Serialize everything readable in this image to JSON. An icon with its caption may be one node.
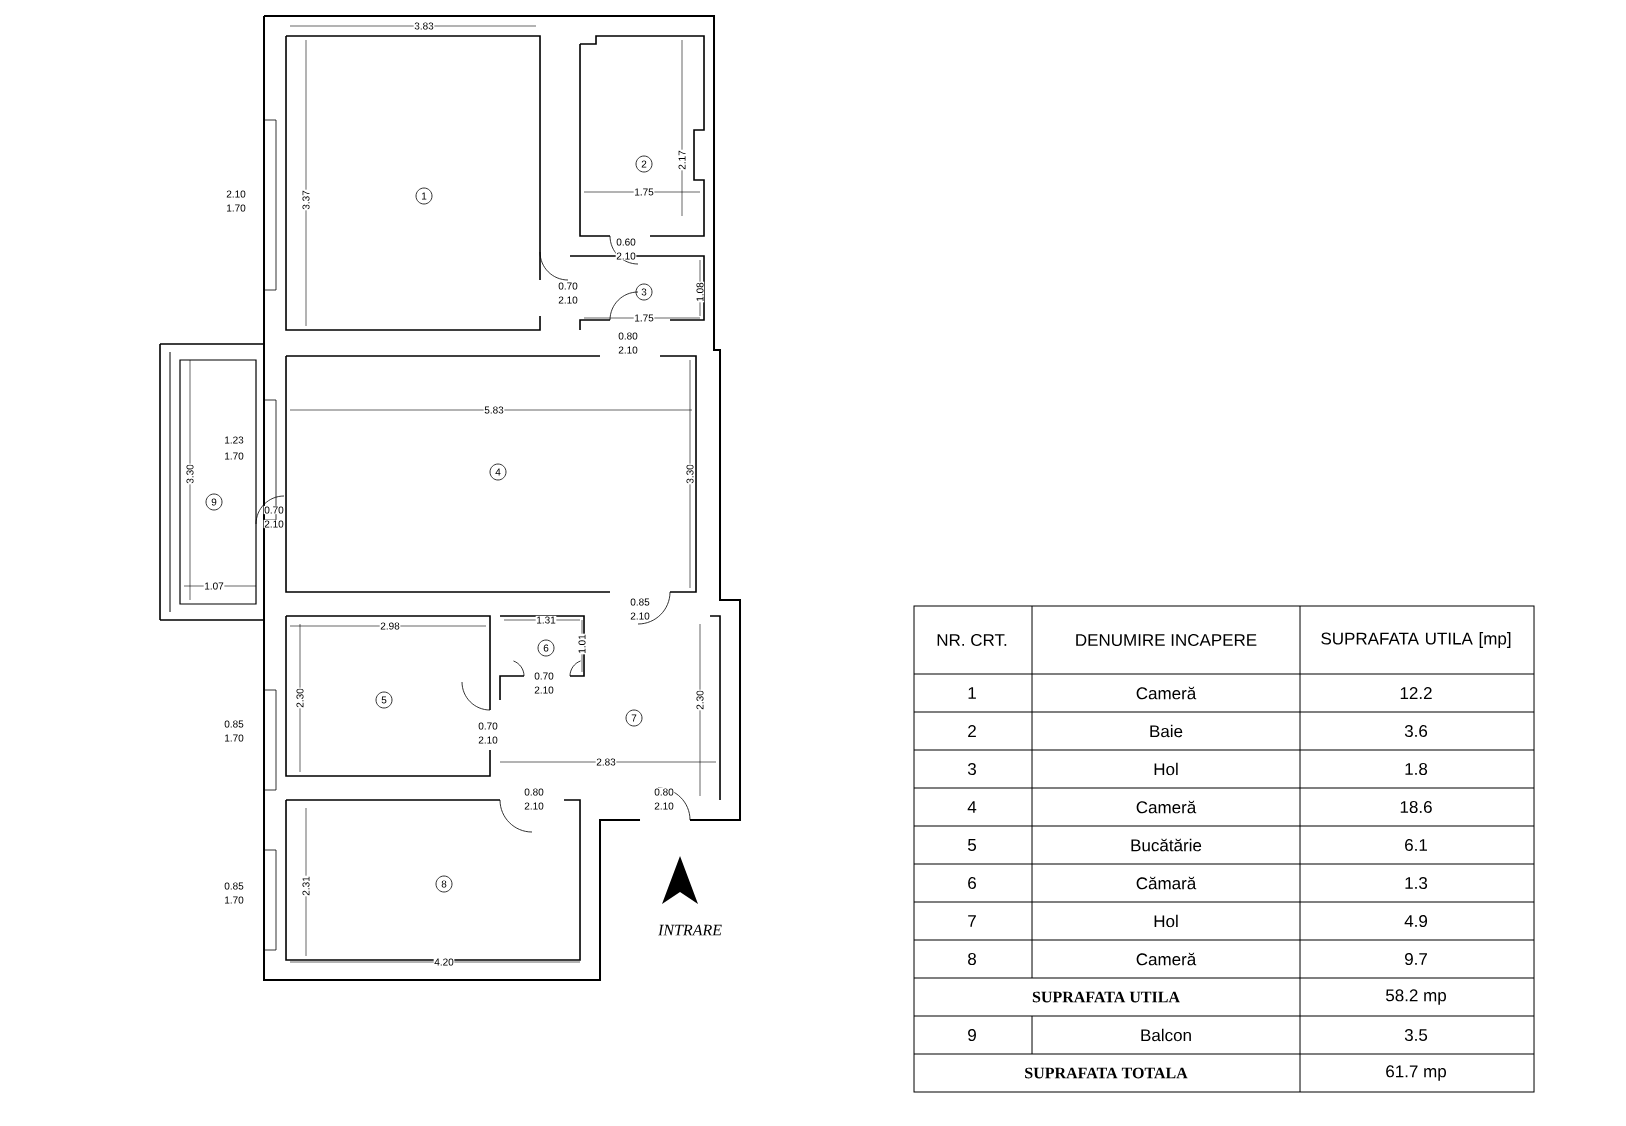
{
  "diagram": {
    "nodes": [
      {
        "text": [
          "1"
        ]
      },
      {
        "text": [
          "2"
        ]
      },
      {
        "text": [
          "3"
        ]
      },
      {
        "text": [
          "4"
        ]
      },
      {
        "text": [
          "5"
        ]
      },
      {
        "text": [
          "6"
        ]
      },
      {
        "text": [
          "7"
        ]
      },
      {
        "text": [
          "8"
        ]
      },
      {
        "text": [
          "9"
        ]
      }
    ],
    "labels": [
      "3.83",
      "2.10",
      "1.70",
      "3.37",
      "2.17",
      "1.75",
      "0.60",
      "2.10",
      "0.70",
      "2.10",
      "1.08",
      "1.75",
      "0.80",
      "2.10",
      "5.83",
      "1.23",
      "1.70",
      "3.30",
      "3.30",
      "0.70",
      "2.10",
      "1.07",
      "0.85",
      "2.10",
      "2.98",
      "1.31",
      "1.01",
      "0.70",
      "2.10",
      "2.30",
      "2.30",
      "0.85",
      "1.70",
      "0.70",
      "2.10",
      "2.83",
      "0.80",
      "2.10",
      "0.80",
      "2.10",
      "2.31",
      "0.85",
      "1.70",
      "INTRARE",
      "4.20",
      "NR. CRT.",
      "DENUMIRE INCAPERE",
      "SUPRAFATA UTILA [mp]",
      "1",
      "Cameră",
      "12.2",
      "2",
      "Baie",
      "3.6",
      "3",
      "Hol",
      "1.8",
      "4",
      "Cameră",
      "18.6",
      "5",
      "Bucătărie",
      "6.1",
      "6",
      "Cămară",
      "1.3",
      "7",
      "Hol",
      "4.9",
      "8",
      "Cameră",
      "9.7",
      "SUPRAFATA UTILA",
      "58.2 mp",
      "9",
      "Balcon",
      "3.5",
      "SUPRAFATA TOTALA",
      "61.7 mp"
    ]
  }
}
